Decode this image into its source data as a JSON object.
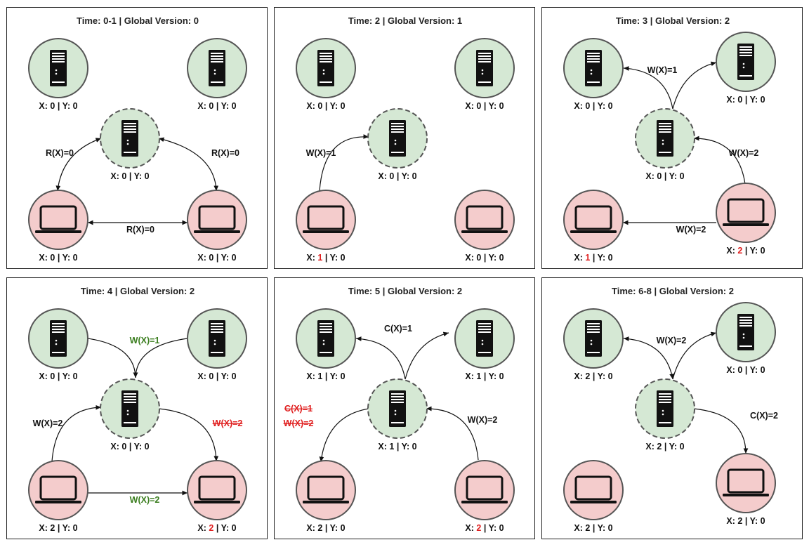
{
  "colors": {
    "server_fill": "#d5e8d4",
    "client_fill": "#f4cccc",
    "stroke": "#555555",
    "icon": "#111111",
    "red": "#e02020",
    "green": "#3a7d1e",
    "text": "#111111"
  },
  "icons": {
    "server": "server-tower-icon",
    "client": "laptop-icon"
  },
  "panels": [
    {
      "title": "Time: 0-1 | Global Version: 0",
      "nodes": {
        "s1": {
          "label": [
            {
              "t": "X: 0 | Y: 0"
            }
          ]
        },
        "s2": {
          "label": [
            {
              "t": "X: 0 | Y: 0"
            }
          ]
        },
        "leader": {
          "label": [
            {
              "t": "X: 0 | Y: 0"
            }
          ]
        },
        "c1": {
          "label": [
            {
              "t": "X: 0 | Y: 0"
            }
          ]
        },
        "c2": {
          "label": [
            {
              "t": "X: 0 | Y: 0"
            }
          ]
        }
      },
      "edge_labels": [
        {
          "text": "R(X)=0",
          "style": "normal"
        },
        {
          "text": "R(X)=0",
          "style": "normal"
        },
        {
          "text": "R(X)=0",
          "style": "normal"
        }
      ]
    },
    {
      "title": "Time: 2 | Global Version: 1",
      "nodes": {
        "s1": {
          "label": [
            {
              "t": "X: 0 | Y: 0"
            }
          ]
        },
        "s2": {
          "label": [
            {
              "t": "X: 0 | Y: 0"
            }
          ]
        },
        "leader": {
          "label": [
            {
              "t": "X: 0 | Y: 0"
            }
          ]
        },
        "c1": {
          "label": [
            {
              "t": "X: "
            },
            {
              "t": "1",
              "c": "red"
            },
            {
              "t": " | Y: 0"
            }
          ]
        },
        "c2": {
          "label": [
            {
              "t": "X: 0 | Y: 0"
            }
          ]
        }
      },
      "edge_labels": [
        {
          "text": "W(X)=1",
          "style": "normal"
        }
      ]
    },
    {
      "title": "Time: 3 | Global Version: 2",
      "nodes": {
        "s1": {
          "label": [
            {
              "t": "X: 0 | Y: 0"
            }
          ]
        },
        "s2": {
          "label": [
            {
              "t": "X: 0 | Y: 0"
            }
          ]
        },
        "leader": {
          "label": [
            {
              "t": "X: 0 | Y: 0"
            }
          ]
        },
        "c1": {
          "label": [
            {
              "t": "X: "
            },
            {
              "t": "1",
              "c": "red"
            },
            {
              "t": " | Y: 0"
            }
          ]
        },
        "c2": {
          "label": [
            {
              "t": "X: "
            },
            {
              "t": "2",
              "c": "red"
            },
            {
              "t": " | Y: 0"
            }
          ]
        }
      },
      "edge_labels": [
        {
          "text": "W(X)=1",
          "style": "normal"
        },
        {
          "text": "W(X)=2",
          "style": "normal"
        },
        {
          "text": "W(X)=2",
          "style": "normal"
        }
      ]
    },
    {
      "title": "Time: 4 | Global Version: 2",
      "nodes": {
        "s1": {
          "label": [
            {
              "t": "X: 0 | Y: 0"
            }
          ]
        },
        "s2": {
          "label": [
            {
              "t": "X: 0 | Y: 0"
            }
          ]
        },
        "leader": {
          "label": [
            {
              "t": "X: 0 | Y: 0"
            }
          ]
        },
        "c1": {
          "label": [
            {
              "t": "X: 2 | Y: 0"
            }
          ]
        },
        "c2": {
          "label": [
            {
              "t": "X: "
            },
            {
              "t": "2",
              "c": "red"
            },
            {
              "t": " | Y: 0"
            }
          ]
        }
      },
      "edge_labels": [
        {
          "text": "W(X)=1",
          "style": "green"
        },
        {
          "text": "W(X)=2",
          "style": "normal"
        },
        {
          "text": "W(X)=2",
          "style": "red-strike"
        },
        {
          "text": "W(X)=2",
          "style": "green"
        }
      ]
    },
    {
      "title": "Time: 5 | Global Version: 2",
      "nodes": {
        "s1": {
          "label": [
            {
              "t": "X: 1 | Y: 0"
            }
          ]
        },
        "s2": {
          "label": [
            {
              "t": "X: 1 | Y: 0"
            }
          ]
        },
        "leader": {
          "label": [
            {
              "t": "X: 1 | Y: 0"
            }
          ]
        },
        "c1": {
          "label": [
            {
              "t": "X: 2 | Y: 0"
            }
          ]
        },
        "c2": {
          "label": [
            {
              "t": "X: "
            },
            {
              "t": "2",
              "c": "red"
            },
            {
              "t": " | Y: 0"
            }
          ]
        }
      },
      "edge_labels": [
        {
          "text": "C(X)=1",
          "style": "normal"
        },
        {
          "text": "C(X)=1",
          "style": "red-strike"
        },
        {
          "text": "W(X)=2",
          "style": "red-strike"
        },
        {
          "text": "W(X)=2",
          "style": "normal"
        }
      ]
    },
    {
      "title": "Time: 6-8 | Global Version: 2",
      "nodes": {
        "s1": {
          "label": [
            {
              "t": "X: 2 | Y: 0"
            }
          ]
        },
        "s2": {
          "label": [
            {
              "t": "X: 0 | Y: 0"
            }
          ]
        },
        "leader": {
          "label": [
            {
              "t": "X: 2 | Y: 0"
            }
          ]
        },
        "c1": {
          "label": [
            {
              "t": "X: 2 | Y: 0"
            }
          ]
        },
        "c2": {
          "label": [
            {
              "t": "X: 2 | Y: 0"
            }
          ]
        }
      },
      "edge_labels": [
        {
          "text": "W(X)=2",
          "style": "normal"
        },
        {
          "text": "C(X)=2",
          "style": "normal"
        }
      ]
    }
  ]
}
